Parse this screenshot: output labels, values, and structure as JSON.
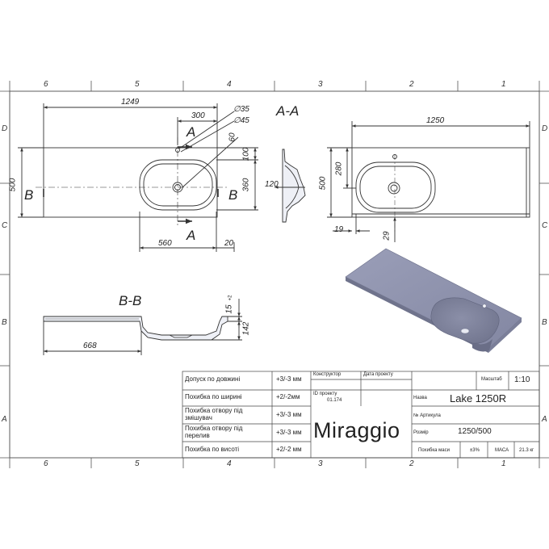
{
  "zones_top": [
    "6",
    "5",
    "4",
    "3",
    "2",
    "1"
  ],
  "zones_side_left": [
    "D",
    "C",
    "B",
    "A"
  ],
  "zones_side_right": [
    "D",
    "C",
    "B",
    "A"
  ],
  "top_view": {
    "overall_length": "1249",
    "hole_offset": "300",
    "hole_d1": "∅35",
    "hole_d2": "∅45",
    "dim_60": "60",
    "depth_total": "500",
    "dim_100": "100",
    "bowl_width": "360",
    "bowl_length": "560",
    "edge_20": "20",
    "section_a_top": "A",
    "section_a_bottom": "A",
    "section_b_left": "B",
    "section_b_right": "B"
  },
  "section_aa": {
    "title": "A-A",
    "dim_120": "120"
  },
  "front_view": {
    "length": "1250",
    "depth": "500",
    "dim_280": "280",
    "dim_19": "19",
    "dim_29": "29"
  },
  "section_bb": {
    "title": "B-B",
    "thickness": "15",
    "thickness_tol": "+2",
    "bowl_depth": "142",
    "length": "668"
  },
  "title_block": {
    "rows": [
      {
        "label": "Допуск по довжині",
        "value": "+3/-3 мм"
      },
      {
        "label": "Похибка по ширині",
        "value": "+2/-2мм"
      },
      {
        "label": "Похибка отвору під змішувач",
        "value": "+3/-3 мм"
      },
      {
        "label": "Похибка отвору під перелив",
        "value": "+3/-3 мм"
      },
      {
        "label": "Похибка по висоті",
        "value": "+2/-2 мм"
      }
    ],
    "designer_label": "Конструктор",
    "date_label": "Дата проекту",
    "project_id_label": "ID проекту",
    "project_id_value": "01.174",
    "scale_label": "Масштаб",
    "scale_value": "1:10",
    "name_label": "Назва",
    "name_value": "Lake  1250R",
    "article_label": "№ Артикула",
    "size_label": "Розмір",
    "size_value": "1250/500",
    "mass_error_label": "Похибка маси",
    "mass_error_value": "±3%",
    "mass_label": "МАСА",
    "mass_value": "21.3 кг",
    "brand": "Miraggio"
  },
  "colors": {
    "line": "#333333",
    "sink_top": "#8f93ad",
    "sink_edge": "#6e728c",
    "bowl_shade": "#7d8199"
  }
}
